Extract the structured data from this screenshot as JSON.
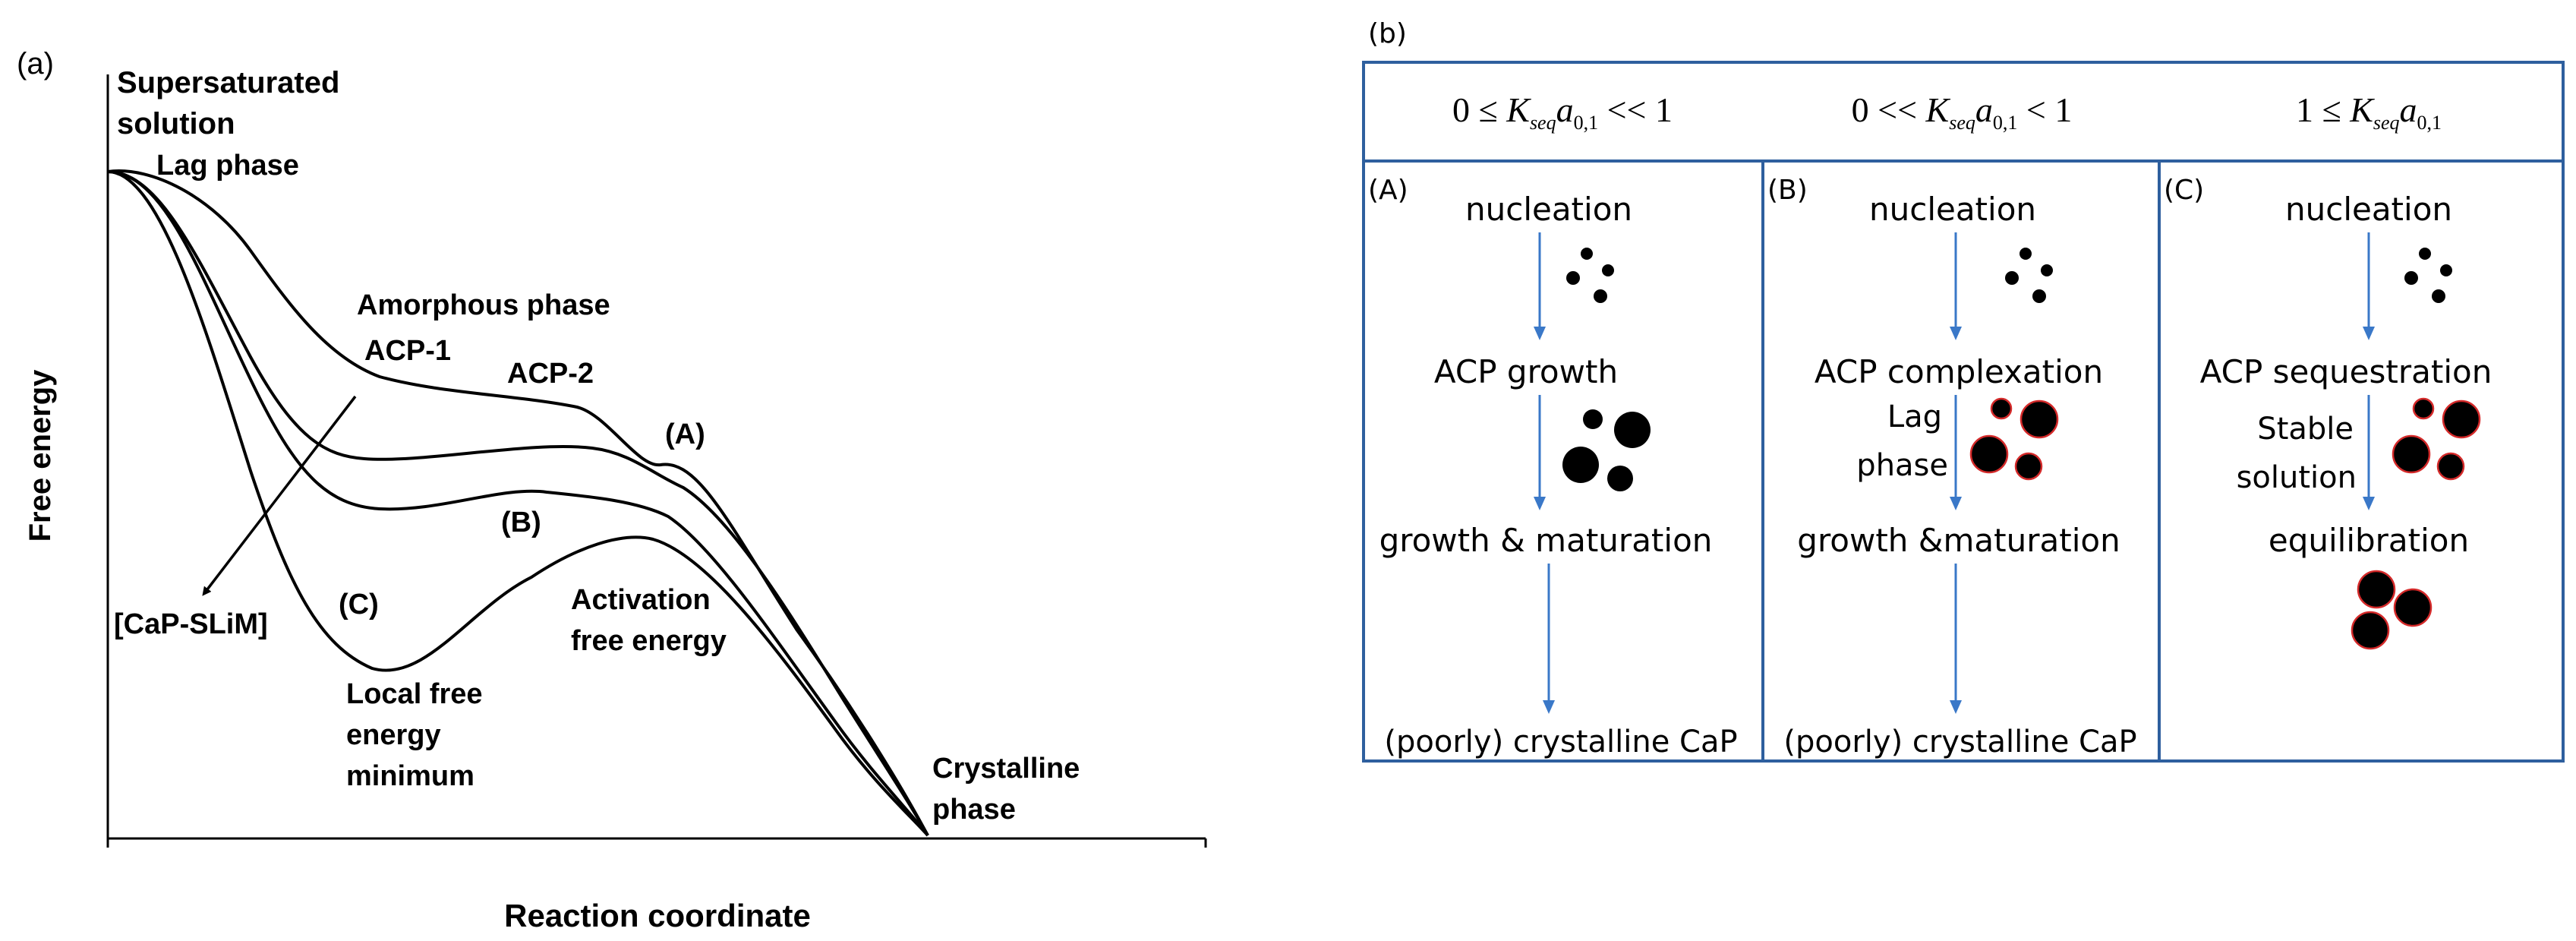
{
  "panel_a": {
    "label": "(a)",
    "y_axis_label": "Free energy",
    "x_axis_label": "Reaction coordinate",
    "start_label_line1": "Supersaturated",
    "start_label_line2": "solution",
    "lag_phase": "Lag phase",
    "amorphous_phase": "Amorphous phase",
    "acp1": "ACP-1",
    "acp2": "ACP-2",
    "curve_a": "(A)",
    "curve_b": "(B)",
    "curve_c": "(C)",
    "arrow_label": "[CaP-SLiM]",
    "activation_line1": "Activation",
    "activation_line2": "free energy",
    "local_min_line1": "Local free",
    "local_min_line2": "energy",
    "local_min_line3": "minimum",
    "crystalline_line1": "Crystalline",
    "crystalline_line2": "phase"
  },
  "panel_b": {
    "label": "(b)",
    "headers": [
      {
        "left": "0 ≤ ",
        "K": "K",
        "sub": "seq",
        "a": "a",
        "asub": "0,1",
        "right": " << 1"
      },
      {
        "left": "0 << ",
        "K": "K",
        "sub": "seq",
        "a": "a",
        "asub": "0,1",
        "right": " < 1"
      },
      {
        "left": "1 ≤ ",
        "K": "K",
        "sub": "seq",
        "a": "a",
        "asub": "0,1",
        "right": ""
      }
    ],
    "columns": [
      {
        "tag": "(A)",
        "step1": "nucleation",
        "step2": "ACP growth",
        "step3": "growth & maturation",
        "step4": "(poorly) crystalline CaP"
      },
      {
        "tag": "(B)",
        "step1": "nucleation",
        "step2": "ACP complexation",
        "side1": "Lag",
        "side2": "phase",
        "step3": "growth &maturation",
        "step4": "(poorly) crystalline CaP"
      },
      {
        "tag": "(C)",
        "step1": "nucleation",
        "step2": "ACP sequestration",
        "side1": "Stable",
        "side2": "solution",
        "step3": "equilibration"
      }
    ],
    "colors": {
      "border": "#2e5f9e",
      "arrow": "#3a78c8",
      "particle_ring": "#d42a2a"
    }
  }
}
